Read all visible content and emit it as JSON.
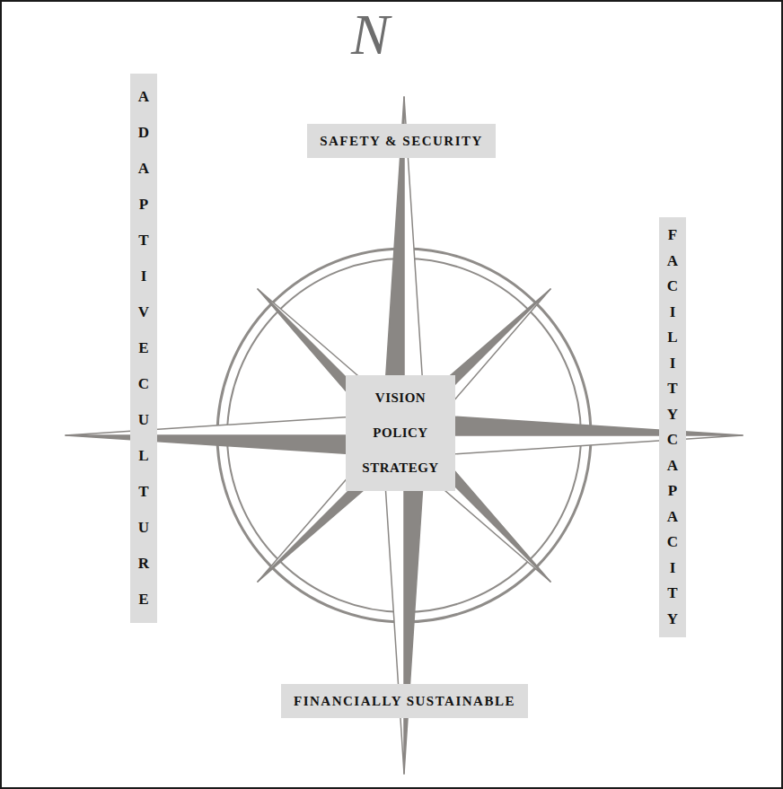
{
  "diagram": {
    "nodes": [
      {
        "text": [
          "SAFETY & SECURITY"
        ]
      },
      {
        "text": [
          "ADAPTIVE CULTURE"
        ]
      },
      {
        "text": [
          "VISION POLICY STRATEGY"
        ]
      },
      {
        "text": [
          "FACILITY CAPACITY"
        ]
      },
      {
        "text": [
          "FINANCIALLY SUSTAINABLE"
        ]
      }
    ],
    "labels": [
      "N"
    ]
  }
}
